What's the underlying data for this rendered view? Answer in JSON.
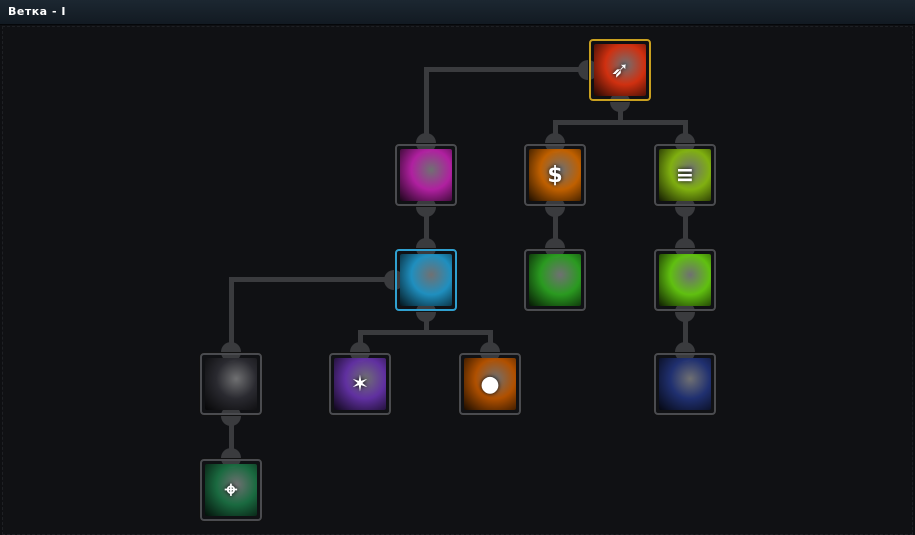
{
  "window": {
    "title": "Ветка - I"
  },
  "skills": [
    {
      "id": "rapid-fire",
      "icon": "gun-fire-icon",
      "color": "#d03010",
      "selected": true,
      "glyph": "➶"
    },
    {
      "id": "pink-blade",
      "icon": "pink-blade-icon",
      "color": "#b020a0",
      "glyph": ""
    },
    {
      "id": "money-arrows",
      "icon": "money-arrows-icon",
      "color": "#c06000",
      "glyph": "$"
    },
    {
      "id": "green-generator",
      "icon": "green-generator-icon",
      "color": "#80b010",
      "glyph": "≡"
    },
    {
      "id": "armor-plate",
      "icon": "armor-plate-icon",
      "color": "#1f8fbf",
      "glyph": ""
    },
    {
      "id": "green-network",
      "icon": "green-network-icon",
      "color": "#2a9a20",
      "glyph": ""
    },
    {
      "id": "green-energy",
      "icon": "green-energy-icon",
      "color": "#60c010",
      "glyph": ""
    },
    {
      "id": "space-lasers",
      "icon": "space-lasers-icon",
      "color": "#2a2a30",
      "glyph": ""
    },
    {
      "id": "purple-burst",
      "icon": "purple-burst-icon",
      "color": "#6030a0",
      "glyph": "✶"
    },
    {
      "id": "orange-mines",
      "icon": "orange-mines-icon",
      "color": "#b05000",
      "glyph": "●"
    },
    {
      "id": "blue-ships",
      "icon": "blue-ships-icon",
      "color": "#203070",
      "glyph": ""
    },
    {
      "id": "target-sight",
      "icon": "target-crosshair-icon",
      "color": "#1a6a40",
      "glyph": "⌖"
    }
  ]
}
